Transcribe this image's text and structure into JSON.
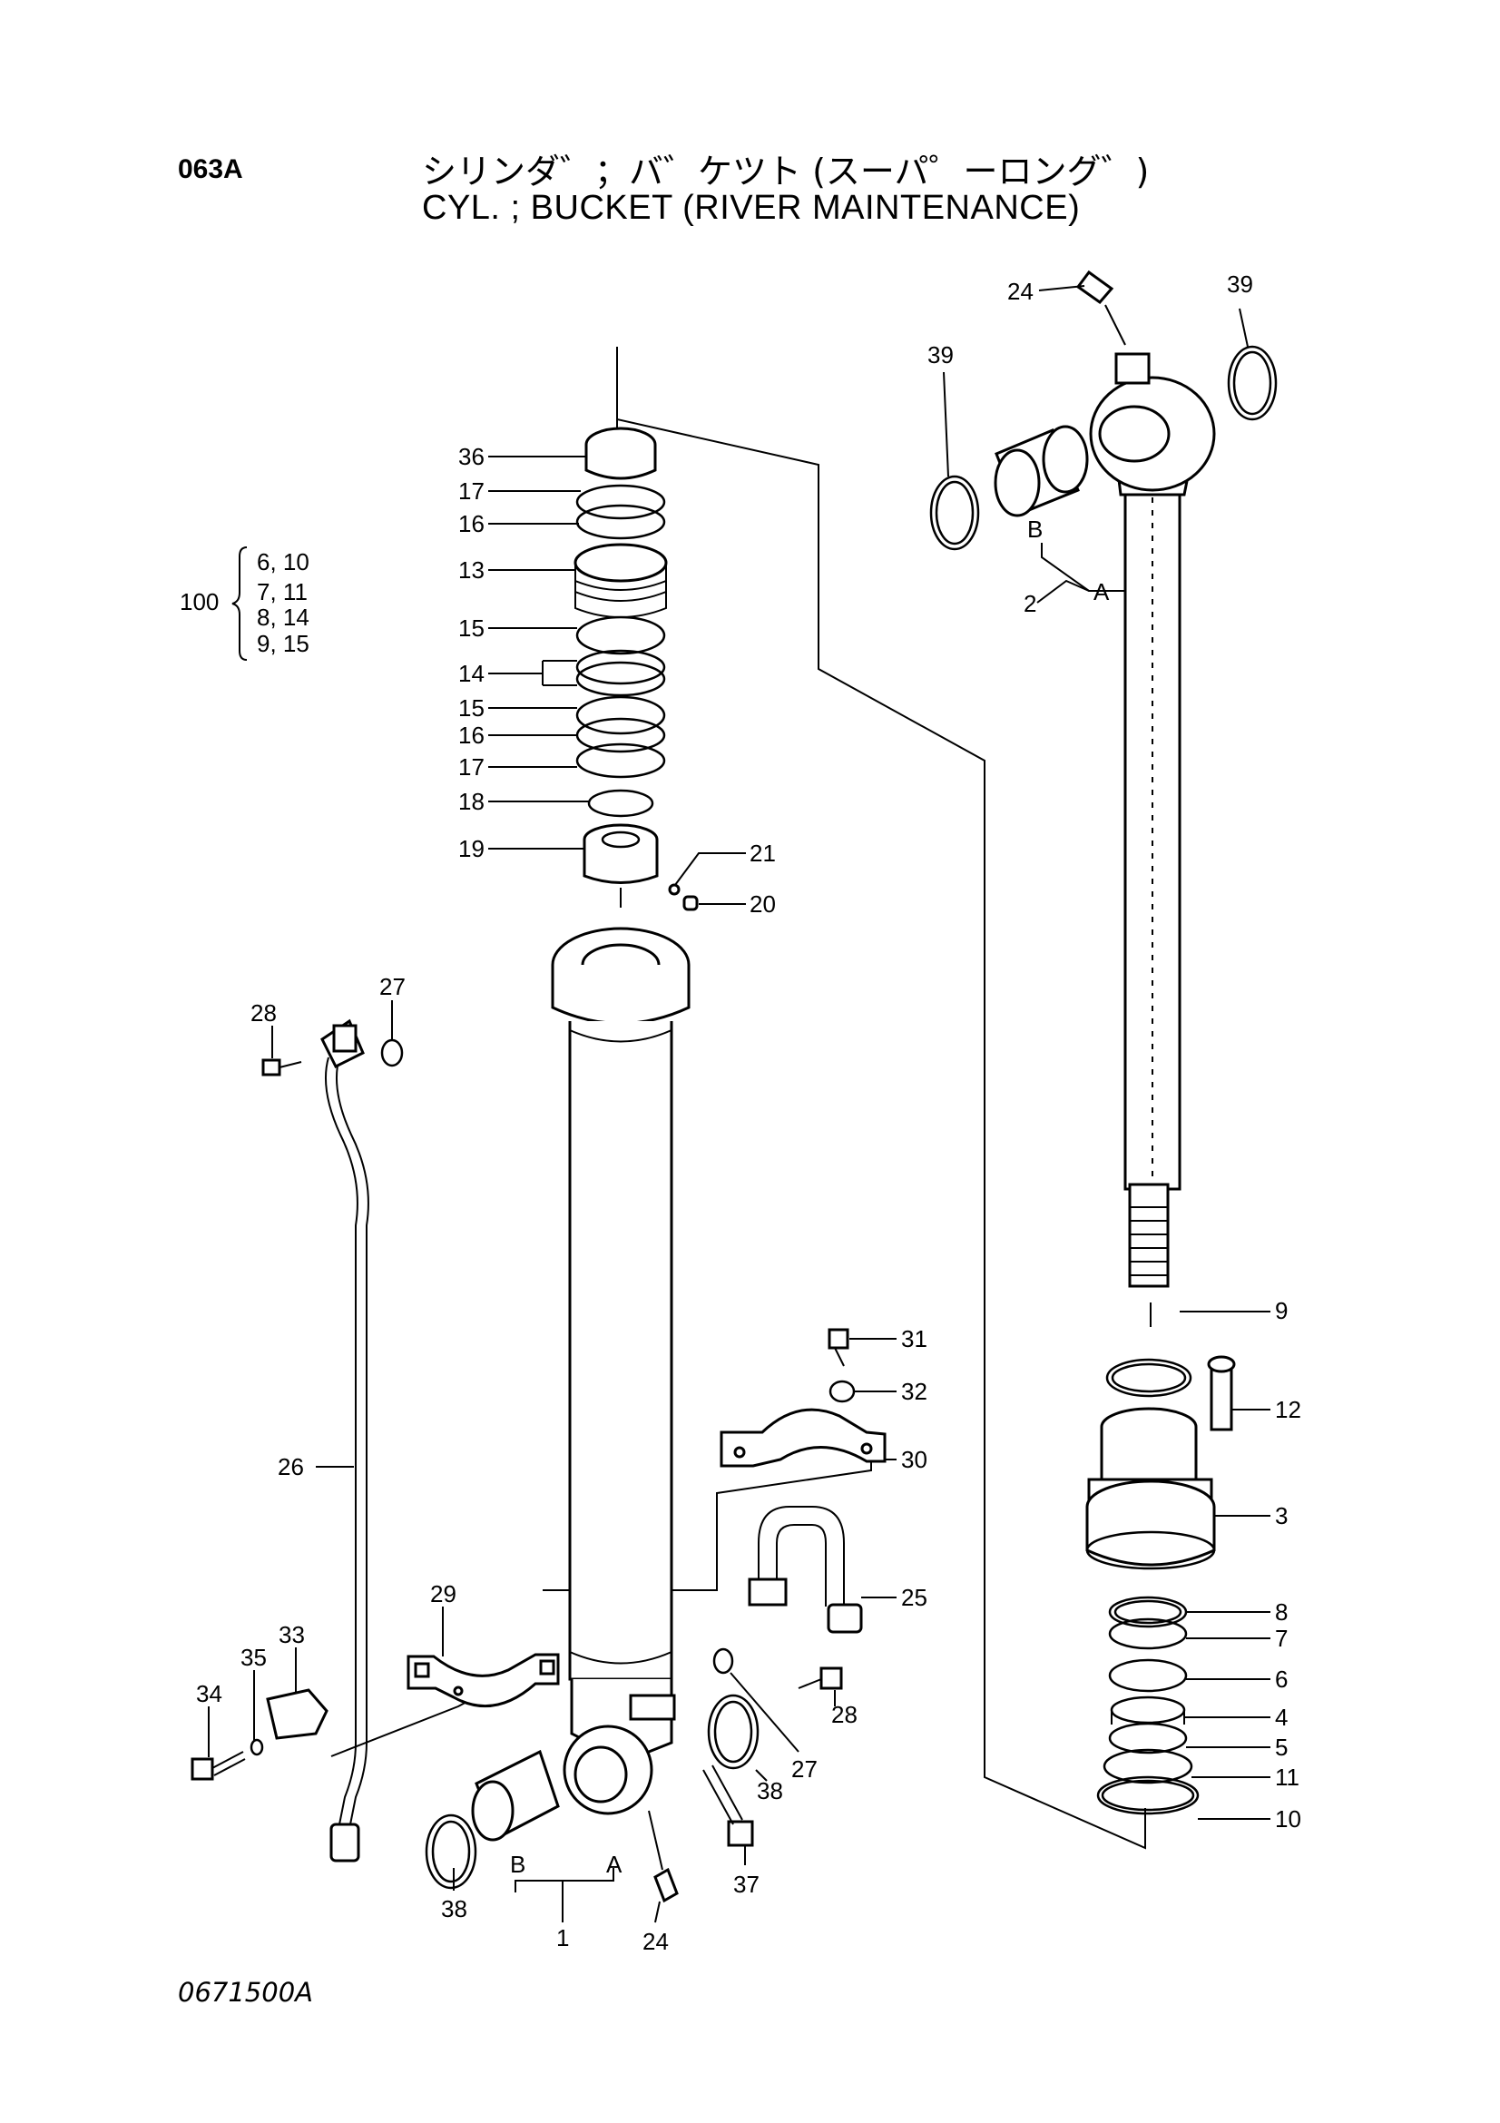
{
  "header": {
    "code": "063A",
    "title_jp": "シリンダ゛；バ゛ケツト (スーパ゜ーロング゛)",
    "title_en": "CYL. ; BUCKET (RIVER  MAINTENANCE)"
  },
  "figure_number": "0671500A",
  "kit": {
    "number": "100",
    "rows": [
      "6, 10",
      "7, 11",
      "8, 14",
      "9, 15"
    ]
  },
  "letters": {
    "a": "A",
    "b": "B"
  },
  "callouts": {
    "c1": "1",
    "c2": "2",
    "c3": "3",
    "c4": "4",
    "c5": "5",
    "c6": "6",
    "c7": "7",
    "c8": "8",
    "c9": "9",
    "c10": "10",
    "c11": "11",
    "c12": "12",
    "c13": "13",
    "c14": "14",
    "c15": "15",
    "c16": "16",
    "c17": "17",
    "c18": "18",
    "c19": "19",
    "c20": "20",
    "c21": "21",
    "c24": "24",
    "c25": "25",
    "c26": "26",
    "c27": "27",
    "c28": "28",
    "c29": "29",
    "c30": "30",
    "c31": "31",
    "c32": "32",
    "c33": "33",
    "c34": "34",
    "c35": "35",
    "c36": "36",
    "c37": "37",
    "c38": "38",
    "c39": "39"
  }
}
